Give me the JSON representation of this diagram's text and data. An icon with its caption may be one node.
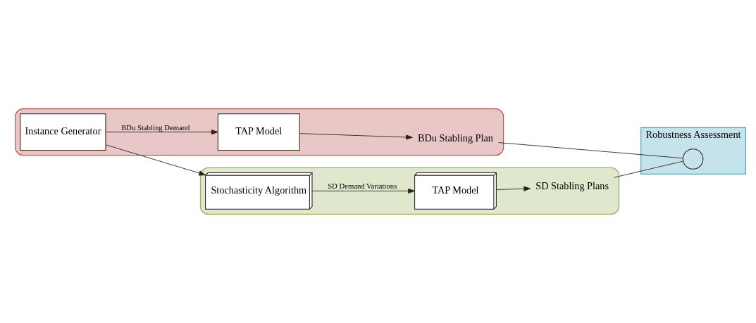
{
  "diagram": {
    "nodes": [
      {
        "text": [],
        "shape": "box"
      },
      {
        "text": [
          "Instance Generator"
        ],
        "in": 0
      },
      {
        "text": [
          "TAP Model"
        ],
        "in": 0
      },
      {
        "text": [
          "BDu Stabling Plan"
        ],
        "in": 0
      },
      {
        "text": [],
        "shape": "box"
      },
      {
        "text": [
          "Stochasticity Algorithm"
        ],
        "in": 4
      },
      {
        "text": [
          "TAP Model"
        ],
        "in": 4
      },
      {
        "text": [
          "SD Stabling Plans"
        ],
        "in": 4
      },
      {
        "text": [
          "Robustness Assessment"
        ]
      },
      {
        "text": [],
        "shape": "circle",
        "in": 8
      }
    ],
    "edges": [
      {
        "from": 1,
        "to": 2,
        "arrow": "to",
        "label": "BDu Stabling Demand"
      },
      {
        "from": 1,
        "to": 5,
        "arrow": "to"
      },
      {
        "from": 2,
        "to": 3,
        "arrow": "to"
      },
      {
        "from": 5,
        "to": 6,
        "arrow": "to",
        "label": "SD Demand Variations"
      },
      {
        "from": 6,
        "to": 7,
        "arrow": "to"
      },
      {
        "from": 3,
        "to": 9,
        "arrow": "none"
      },
      {
        "from": 7,
        "to": 9,
        "arrow": "none"
      }
    ]
  }
}
